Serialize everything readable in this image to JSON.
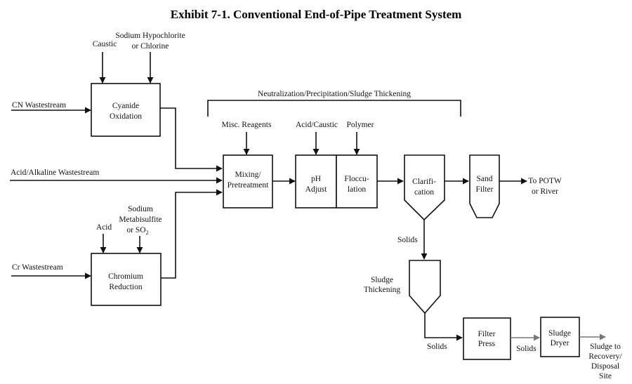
{
  "title": "Exhibit 7-1. Conventional End-of-Pipe Treatment System",
  "bracket_label": "Neutralization/Precipitation/Sludge Thickening",
  "inputs": {
    "caustic": "Caustic",
    "hypochlorite_1": "Sodium Hypochlorite",
    "hypochlorite_2": "or Chlorine",
    "cn_wastestream": "CN Wastestream",
    "acid_alkaline_wastestream": "Acid/Alkaline Wastestream",
    "acid": "Acid",
    "metabisulfite_1": "Sodium",
    "metabisulfite_2": "Metabisulfite",
    "metabisulfite_3": "or SO",
    "metabisulfite_sub": "2",
    "cr_wastestream": "Cr Wastestream",
    "misc_reagents": "Misc. Reagents",
    "acid_caustic": "Acid/Caustic",
    "polymer": "Polymer"
  },
  "units": {
    "cyanide_1": "Cyanide",
    "cyanide_2": "Oxidation",
    "chromium_1": "Chromium",
    "chromium_2": "Reduction",
    "mixing_1": "Mixing/",
    "mixing_2": "Pretreatment",
    "ph_1": "pH",
    "ph_2": "Adjust",
    "floc_1": "Floccu-",
    "floc_2": "lation",
    "clar_1": "Clarifi-",
    "clar_2": "cation",
    "sand_1": "Sand",
    "sand_2": "Filter",
    "thick_1": "Sludge",
    "thick_2": "Thickening",
    "press_1": "Filter",
    "press_2": "Press",
    "dryer_1": "Sludge",
    "dryer_2": "Dryer"
  },
  "outputs": {
    "potw_1": "To POTW",
    "potw_2": "or River",
    "solids_1": "Solids",
    "solids_2": "Solids",
    "solids_3": "Solids",
    "recovery_1": "Sludge to",
    "recovery_2": "Recovery/",
    "recovery_3": "Disposal",
    "recovery_4": "Site"
  }
}
